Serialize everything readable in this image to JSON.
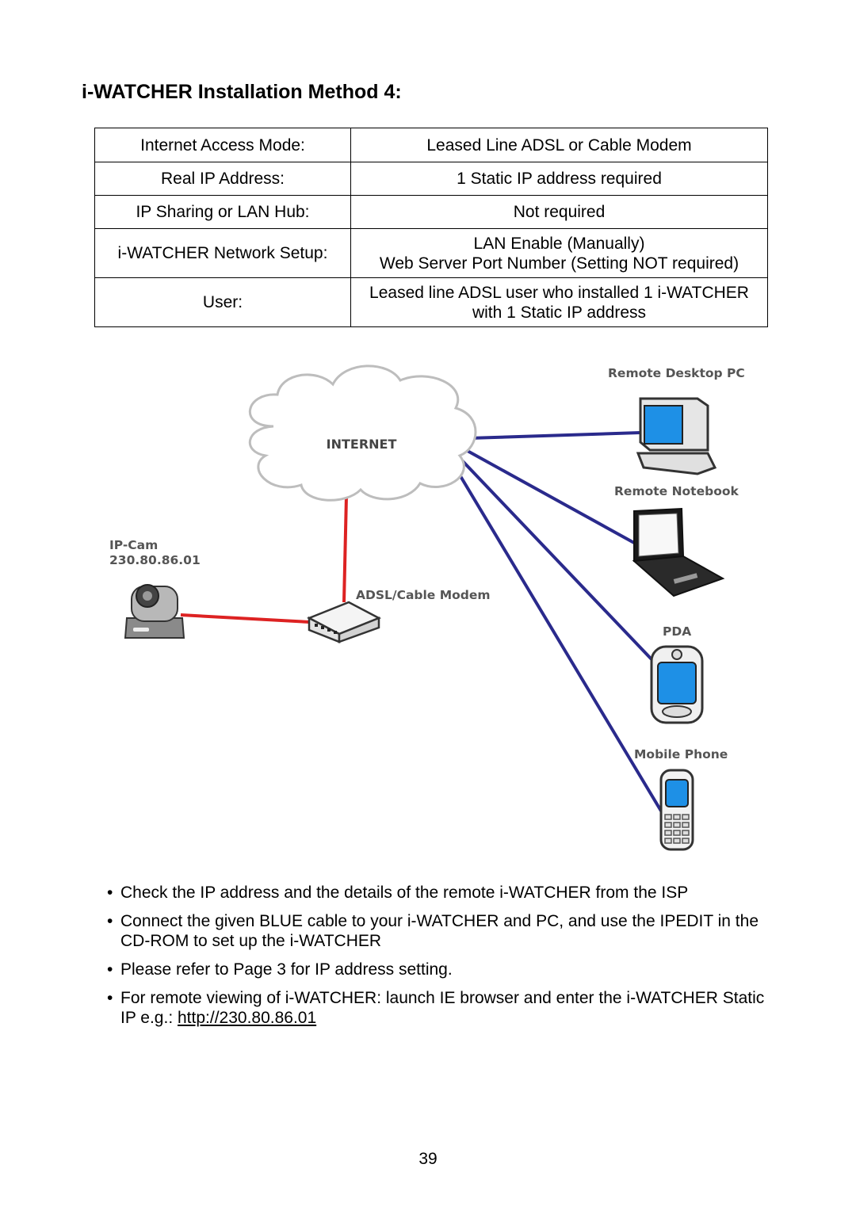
{
  "title": "i-WATCHER Installation Method 4:",
  "table": {
    "rows": [
      {
        "label": "Internet Access Mode:",
        "value_lines": [
          "Leased Line ADSL or Cable Modem"
        ]
      },
      {
        "label": "Real IP Address:",
        "value_lines": [
          "1 Static IP address required"
        ]
      },
      {
        "label": "IP Sharing or LAN Hub:",
        "value_lines": [
          "Not required"
        ]
      },
      {
        "label": "i-WATCHER Network Setup:",
        "value_lines": [
          "LAN Enable (Manually)",
          "Web Server Port Number (Setting NOT required)"
        ]
      },
      {
        "label": "User:",
        "value_lines": [
          "Leased line ADSL user who installed 1 i-WATCHER",
          "with 1 Static IP address"
        ]
      }
    ]
  },
  "diagram": {
    "cloud_label": "INTERNET",
    "labels": {
      "remote_desktop": "Remote Desktop PC",
      "remote_notebook": "Remote Notebook",
      "ipcam_name": "IP-Cam",
      "ipcam_ip": "230.80.86.01",
      "modem": "ADSL/Cable Modem",
      "pda": "PDA",
      "mobile_phone": "Mobile Phone"
    },
    "colors": {
      "red_cable": "#dd2222",
      "blue_cable": "#2a2a8c",
      "screen": "#1e90e6"
    }
  },
  "notes": [
    {
      "text": "Check the IP address and the details of the remote i-WATCHER from the ISP"
    },
    {
      "text": "Connect the given BLUE cable to your i-WATCHER and PC, and use the IPEDIT in the CD-ROM to set up the i-WATCHER"
    },
    {
      "text": "Please refer to Page 3 for IP address setting."
    },
    {
      "text": "For remote viewing of i-WATCHER: launch IE browser and enter the i-WATCHER Static IP e.g.: ",
      "link": "http://230.80.86.01"
    }
  ],
  "bullet": "•",
  "page_number": "39"
}
